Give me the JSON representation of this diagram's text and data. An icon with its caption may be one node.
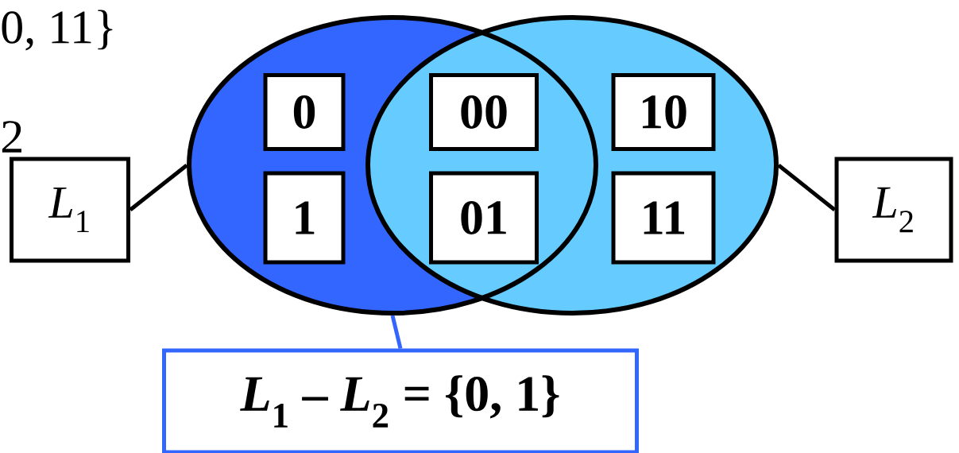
{
  "diagram": {
    "nodes": [
      {
        "text": [],
        "shape": "ellipse"
      },
      {
        "text": [],
        "shape": "ellipse"
      },
      {
        "text": [
          "0"
        ],
        "in": 0
      },
      {
        "text": [
          "1"
        ],
        "in": 0
      },
      {
        "text": [
          "00"
        ]
      },
      {
        "text": [
          "01"
        ]
      },
      {
        "text": [
          "10"
        ],
        "in": 1
      },
      {
        "text": [
          "11"
        ],
        "in": 1
      },
      {
        "text": [
          "*L*$_{1}$"
        ]
      },
      {
        "text": [
          "*L*$_{2}$"
        ]
      },
      {
        "text": [
          "*L*$_{1}$ – *L*$_{2}$ = {0, 1}"
        ]
      }
    ],
    "edges": [
      {
        "from": 8,
        "to": 0,
        "arrow": "none"
      },
      {
        "from": 9,
        "to": 1,
        "arrow": "none"
      },
      {
        "from": 10,
        "to": 0,
        "arrow": "none",
        "color": "#3366ff"
      }
    ],
    "labels": [
      "0, 11}",
      "2"
    ]
  }
}
